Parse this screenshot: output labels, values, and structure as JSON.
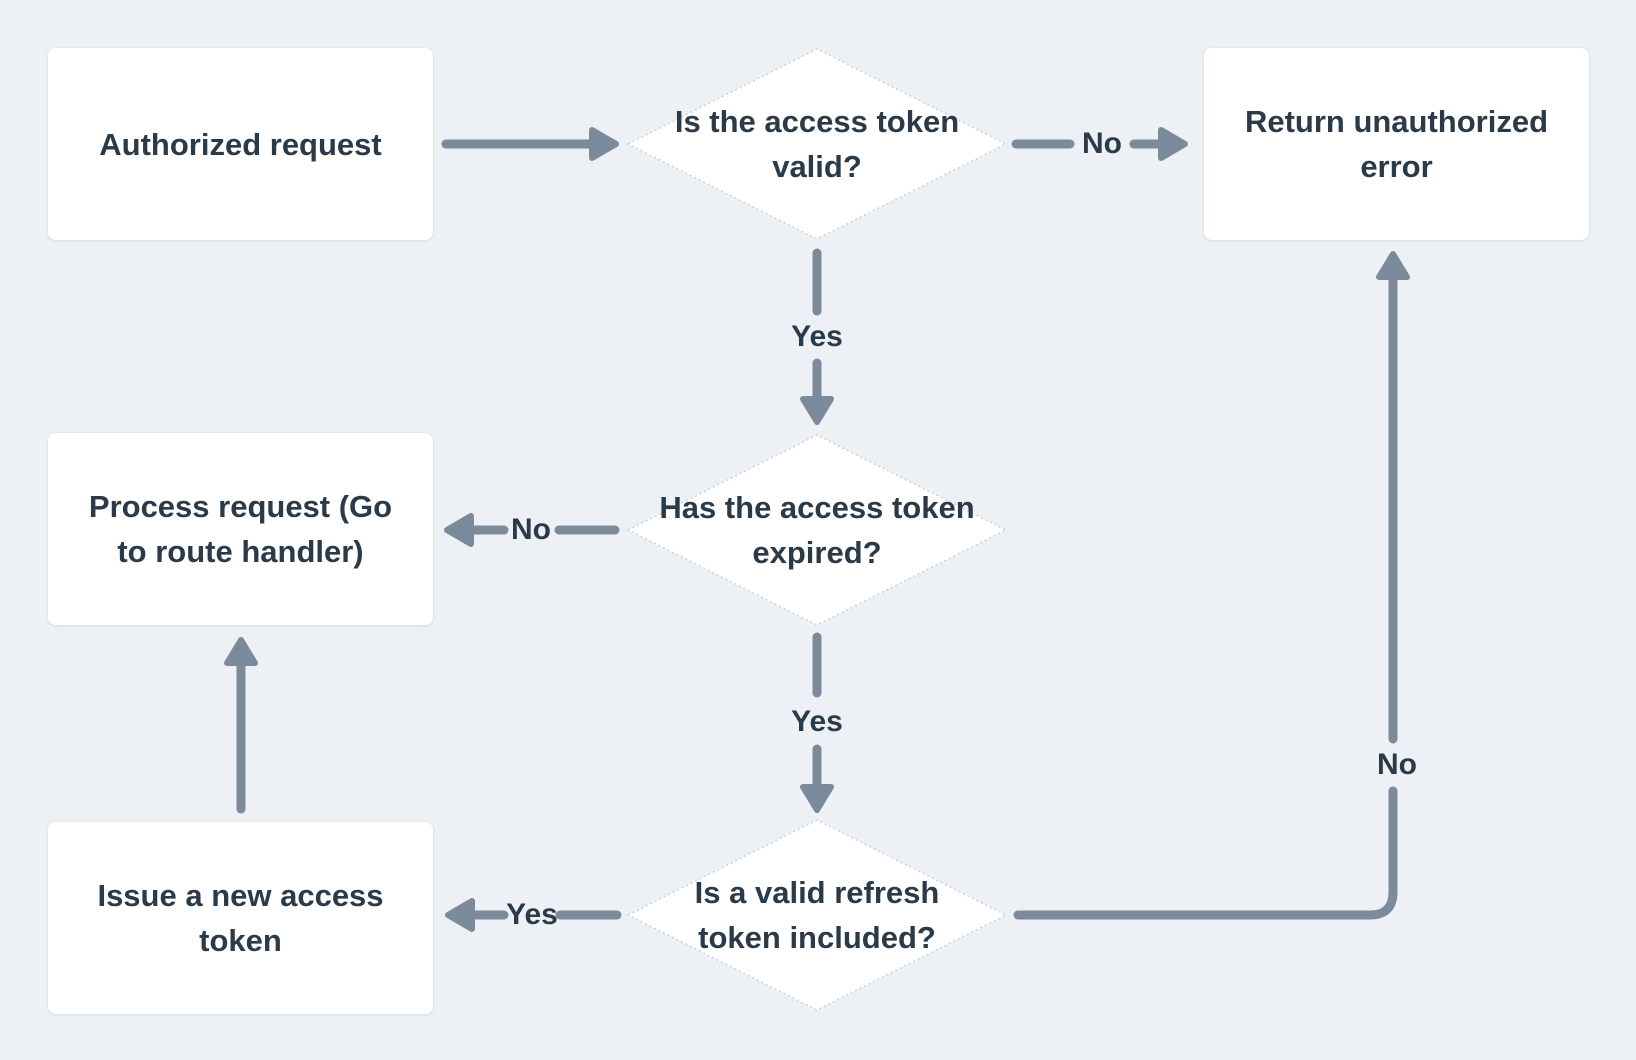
{
  "diagram": {
    "type": "flowchart",
    "colors": {
      "background": "#edf1f6",
      "node_fill": "#ffffff",
      "node_text": "#2b3a49",
      "arrow": "#7b8b9b",
      "diamond_border": "#ccd2d9"
    },
    "nodes": {
      "authorized_request": {
        "type": "process",
        "label": "Authorized request",
        "lines": [
          "Authorized request"
        ]
      },
      "is_token_valid": {
        "type": "decision",
        "label": "Is the access token valid?",
        "lines": [
          "Is the access token",
          "valid?"
        ]
      },
      "return_unauthorized": {
        "type": "process",
        "label": "Return unauthorized error",
        "lines": [
          "Return unauthorized",
          "error"
        ]
      },
      "has_token_expired": {
        "type": "decision",
        "label": "Has the access token expired?",
        "lines": [
          "Has the access token",
          "expired?"
        ]
      },
      "process_request": {
        "type": "process",
        "label": "Process request (Go to route handler)",
        "lines": [
          "Process request (Go",
          "to route handler)"
        ]
      },
      "is_refresh_included": {
        "type": "decision",
        "label": "Is a valid refresh token included?",
        "lines": [
          "Is a valid refresh",
          "token included?"
        ]
      },
      "issue_new_token": {
        "type": "process",
        "label": "Issue a new access token",
        "lines": [
          "Issue a new access",
          "token"
        ]
      }
    },
    "edges": [
      {
        "from": "authorized_request",
        "to": "is_token_valid",
        "label": ""
      },
      {
        "from": "is_token_valid",
        "to": "return_unauthorized",
        "label": "No"
      },
      {
        "from": "is_token_valid",
        "to": "has_token_expired",
        "label": "Yes"
      },
      {
        "from": "has_token_expired",
        "to": "process_request",
        "label": "No"
      },
      {
        "from": "has_token_expired",
        "to": "is_refresh_included",
        "label": "Yes"
      },
      {
        "from": "is_refresh_included",
        "to": "issue_new_token",
        "label": "Yes"
      },
      {
        "from": "is_refresh_included",
        "to": "return_unauthorized",
        "label": "No"
      },
      {
        "from": "issue_new_token",
        "to": "process_request",
        "label": ""
      }
    ]
  }
}
